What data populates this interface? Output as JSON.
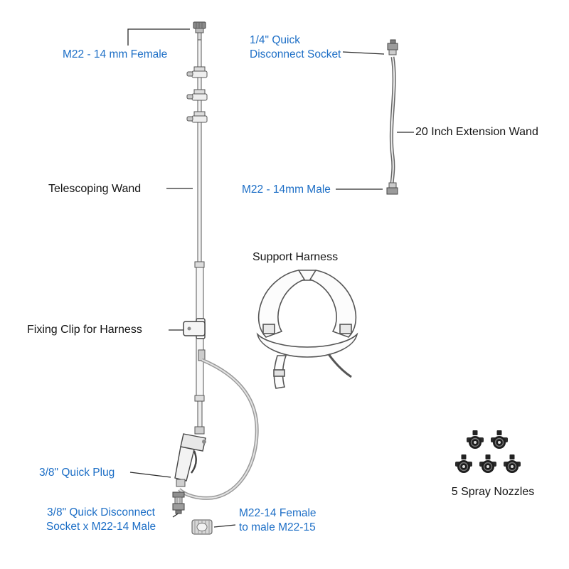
{
  "diagram": {
    "labels": {
      "m22_female": "M22 - 14 mm Female",
      "quarter_qd_line1": "1/4\" Quick",
      "quarter_qd_line2": "Disconnect Socket",
      "extension_wand": "20 Inch Extension Wand",
      "m22_male": "M22 - 14mm Male",
      "telescoping_wand": "Telescoping Wand",
      "support_harness": "Support Harness",
      "fixing_clip": "Fixing Clip for Harness",
      "quick_plug": "3/8\" Quick Plug",
      "qd_socket_line1": "3/8\" Quick Disconnect",
      "qd_socket_line2": "Socket x M22-14 Male",
      "m22_adapter_line1": "M22-14 Female",
      "m22_adapter_line2": "to male M22-15",
      "spray_nozzles": "5 Spray Nozzles"
    },
    "colors": {
      "part_label_blue": "#1c6ec6",
      "component_label_black": "#141414",
      "leader_line": "#2a2a2a"
    }
  }
}
